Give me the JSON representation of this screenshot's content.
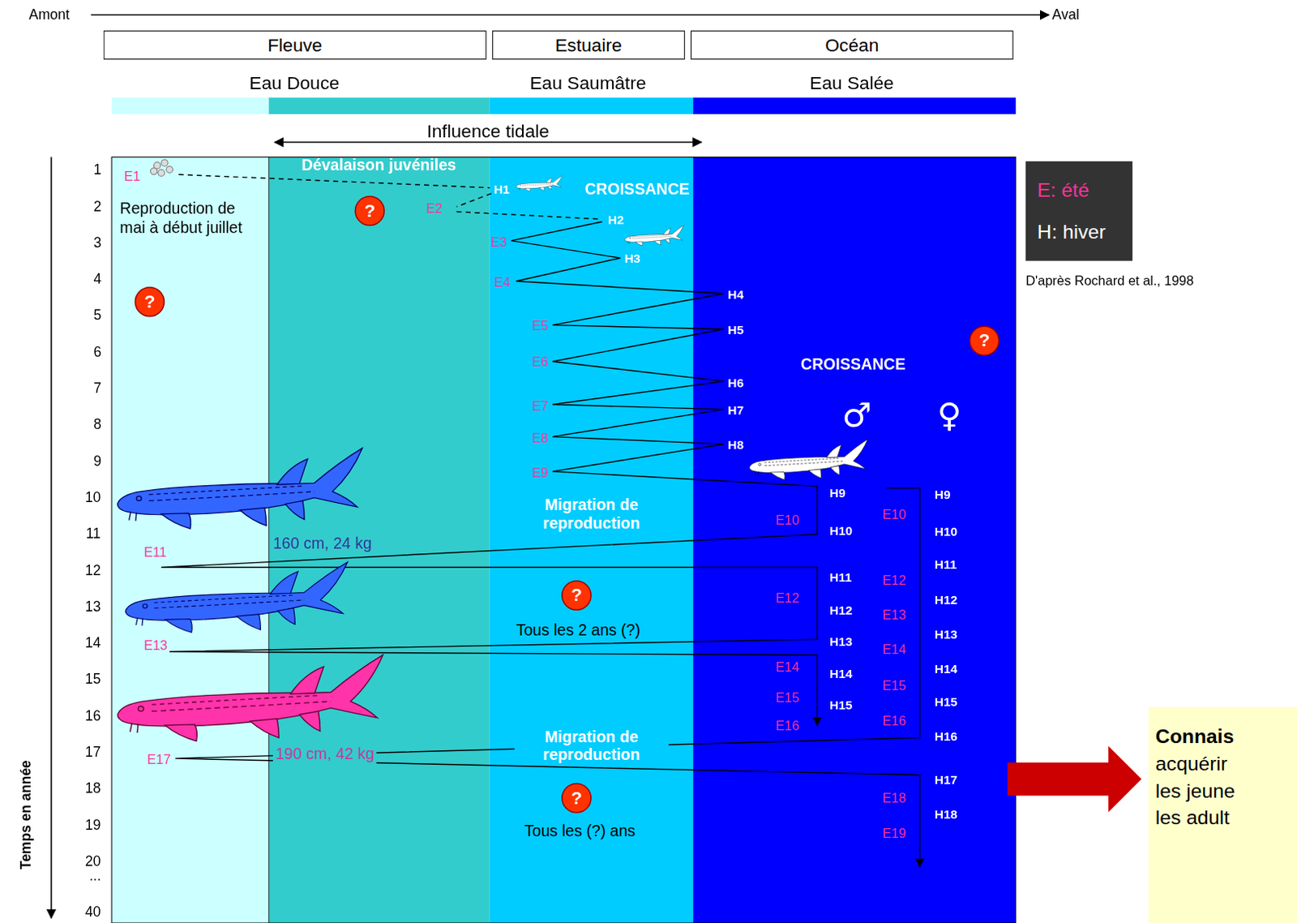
{
  "diagram": {
    "nodes": [
      {
        "text": [
          "Fleuve"
        ]
      },
      {
        "text": [
          "Estuaire"
        ]
      },
      {
        "text": [
          "Océan"
        ]
      },
      {
        "text": [
          "E: été",
          "H: hiver"
        ]
      },
      {
        "text": [
          "?"
        ]
      },
      {
        "text": [
          "?"
        ]
      },
      {
        "text": [
          "?"
        ]
      },
      {
        "text": [
          "?"
        ]
      },
      {
        "text": [
          "?"
        ]
      },
      {
        "text": [
          "Connais",
          "acquérir les jeune les adult"
        ]
      }
    ],
    "labels": [
      "Amont",
      "Aval",
      "Eau Douce",
      "Eau Saumâtre",
      "Eau Salée",
      "Influence tidale",
      "1",
      "2",
      "3",
      "4",
      "5",
      "6",
      "7",
      "8",
      "9",
      "10",
      "11",
      "12",
      "13",
      "14",
      "15",
      "16",
      "17",
      "18",
      "19",
      "20",
      "...",
      "40",
      "Temps en année",
      "Dévalaison juvéniles",
      "E1",
      "Reproduction de mai à début juillet",
      "H1",
      "CROISSANCE",
      "E2",
      "H2",
      "E3",
      "H3",
      "E4",
      "H4",
      "E5",
      "H5",
      "E6",
      "H6",
      "E7",
      "H7",
      "E8",
      "H8",
      "E9",
      "CROISSANCE",
      "♂",
      "♀",
      "H9",
      "H9",
      "E10",
      "E10",
      "H10",
      "H10",
      "Migration de reproduction",
      "160 cm, 24 kg",
      "E11",
      "H11",
      "H11",
      "E12",
      "E12",
      "H12",
      "H12",
      "Tous les 2 ans (?)",
      "E13",
      "E13",
      "H13",
      "H13",
      "E14",
      "E14",
      "H14",
      "H14",
      "E15",
      "E15",
      "H15",
      "H15",
      "E16",
      "E16",
      "H16",
      "Migration de reproduction",
      "190 cm, 42 kg",
      "E17",
      "H17",
      "Tous les (?) ans",
      "E18",
      "H18",
      "E19",
      "D'après Rochard et al., 1998"
    ]
  }
}
